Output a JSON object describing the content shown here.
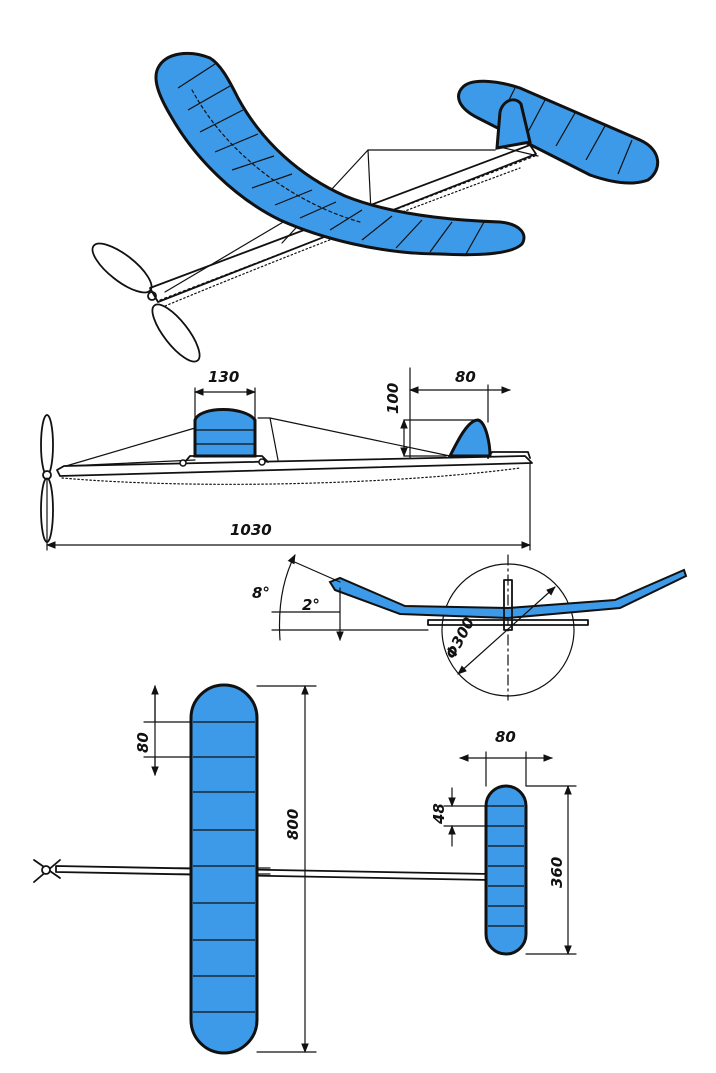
{
  "colors": {
    "covering": "#3d9ae8",
    "ink": "#111111",
    "paper": "#ffffff"
  },
  "dimensions": {
    "nacelle_width": "130",
    "fin_width": "80",
    "fin_height": "100",
    "overall_length": "1030",
    "dihedral_angle": "8°",
    "incidence_angle": "2°",
    "fuselage_diameter": "Φ300",
    "wing_chord": "80",
    "wing_span": "800",
    "stab_chord": "80",
    "stab_offset": "48",
    "stab_span": "360"
  }
}
